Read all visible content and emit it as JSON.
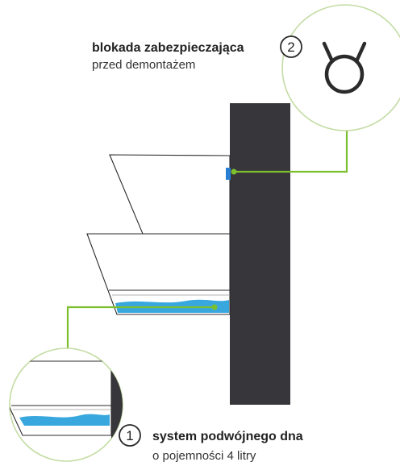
{
  "callouts": {
    "lock": {
      "number": "2",
      "title": "blokada zabezpieczająca",
      "subtitle": "przed demontażem"
    },
    "bottom": {
      "number": "1",
      "title": "system podwójnego dna",
      "subtitle": "o pojemności 4 litry"
    }
  },
  "colors": {
    "wall": "#37363a",
    "leader": "#7cbf2e",
    "water": "#38a7de",
    "lock": "#2a7fd4",
    "outline": "#2b2b2b",
    "circle_border": "#c4dca4"
  },
  "icons": {
    "lock_symbol": "taurus-lock-icon"
  }
}
